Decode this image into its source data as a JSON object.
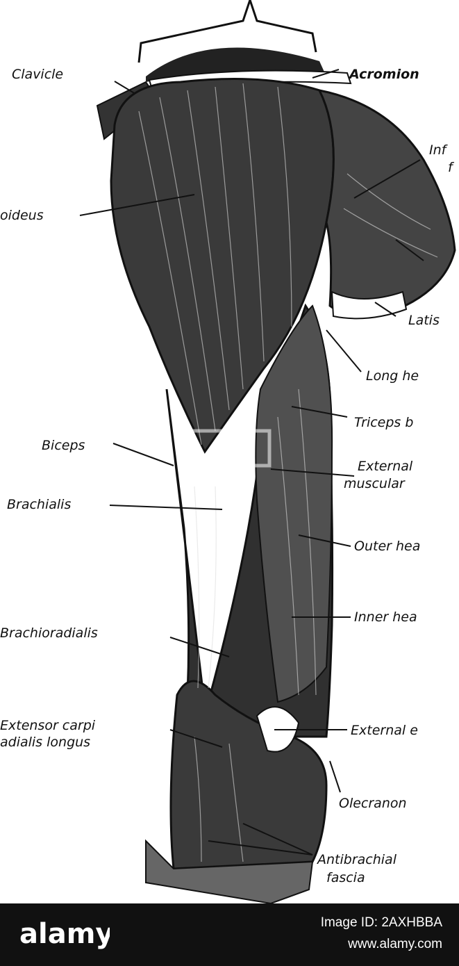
{
  "labels": {
    "clavicle": "Clavicle",
    "acromion": "Acromion",
    "infra_a": "Inf",
    "infra_b": "f",
    "deltoideus": "oideus",
    "latis": "Latis",
    "long_head": "Long he",
    "triceps": "Triceps b",
    "biceps": "Biceps",
    "external_a": "External",
    "external_b": "muscular",
    "brachialis": "Brachialis",
    "outer_head": "Outer hea",
    "inner_head": "Inner hea",
    "brachioradialis": "Brachioradialis",
    "extensor_a": "Extensor carpi",
    "extensor_b": "adialis longus",
    "external_e": "External e",
    "olecranon": "Olecranon",
    "antibrachial_a": "Antibrachial",
    "antibrachial_b": "fascia"
  },
  "footer": {
    "logo_text": "alamy",
    "image_id": "Image ID: 2AXHBBA",
    "url": "www.alamy.com"
  },
  "colors": {
    "ink": "#111111",
    "footer_bg": "#111111",
    "footer_text": "#ffffff"
  }
}
